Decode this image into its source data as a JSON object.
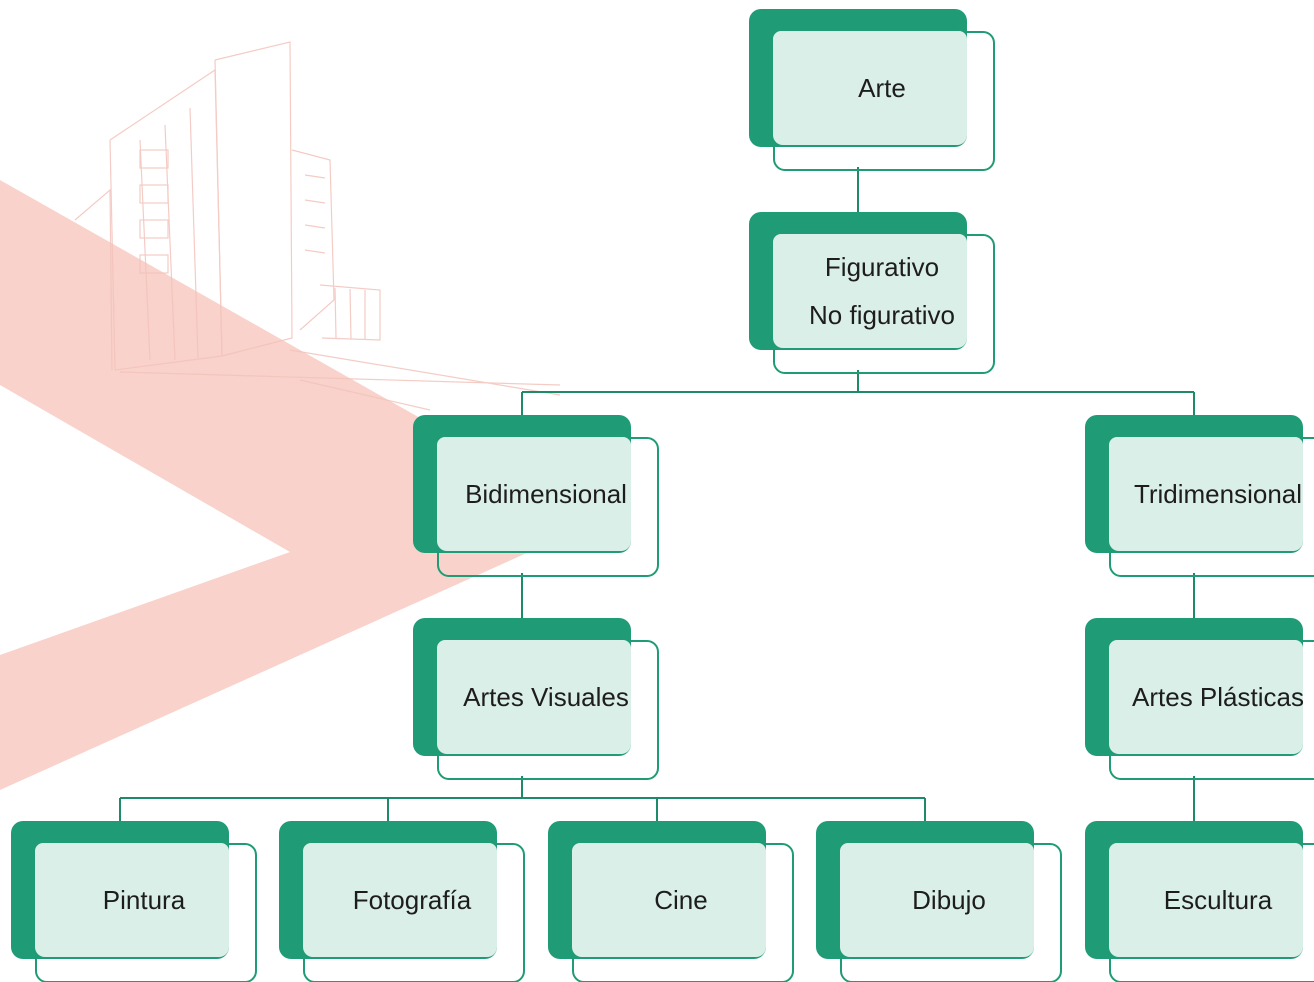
{
  "colors": {
    "node_fill": "#1f9b76",
    "node_card": "#e8f4f0",
    "connector": "#1f8a6a",
    "watermark_arrow": "#f8d2cb",
    "watermark_lines": "#f3c3bb",
    "text": "#1d1d1b"
  },
  "nodes": {
    "arte": {
      "lines": [
        "Arte"
      ]
    },
    "figurativo": {
      "lines": [
        "Figurativo",
        "No figurativo"
      ]
    },
    "bidimensional": {
      "lines": [
        "Bidimensional"
      ]
    },
    "tridimensional": {
      "lines": [
        "Tridimensional"
      ]
    },
    "artes_visuales": {
      "lines": [
        "Artes Visuales"
      ]
    },
    "artes_plasticas": {
      "lines": [
        "Artes Plásticas"
      ]
    },
    "pintura": {
      "lines": [
        "Pintura"
      ]
    },
    "fotografia": {
      "lines": [
        "Fotografía"
      ]
    },
    "cine": {
      "lines": [
        "Cine"
      ]
    },
    "dibujo": {
      "lines": [
        "Dibujo"
      ]
    },
    "escultura": {
      "lines": [
        "Escultura"
      ]
    }
  },
  "edges": [
    [
      "arte",
      "figurativo"
    ],
    [
      "figurativo",
      "bidimensional"
    ],
    [
      "figurativo",
      "tridimensional"
    ],
    [
      "bidimensional",
      "artes_visuales"
    ],
    [
      "tridimensional",
      "artes_plasticas"
    ],
    [
      "artes_visuales",
      "pintura"
    ],
    [
      "artes_visuales",
      "fotografia"
    ],
    [
      "artes_visuales",
      "cine"
    ],
    [
      "artes_visuales",
      "dibujo"
    ],
    [
      "artes_plasticas",
      "escultura"
    ]
  ]
}
